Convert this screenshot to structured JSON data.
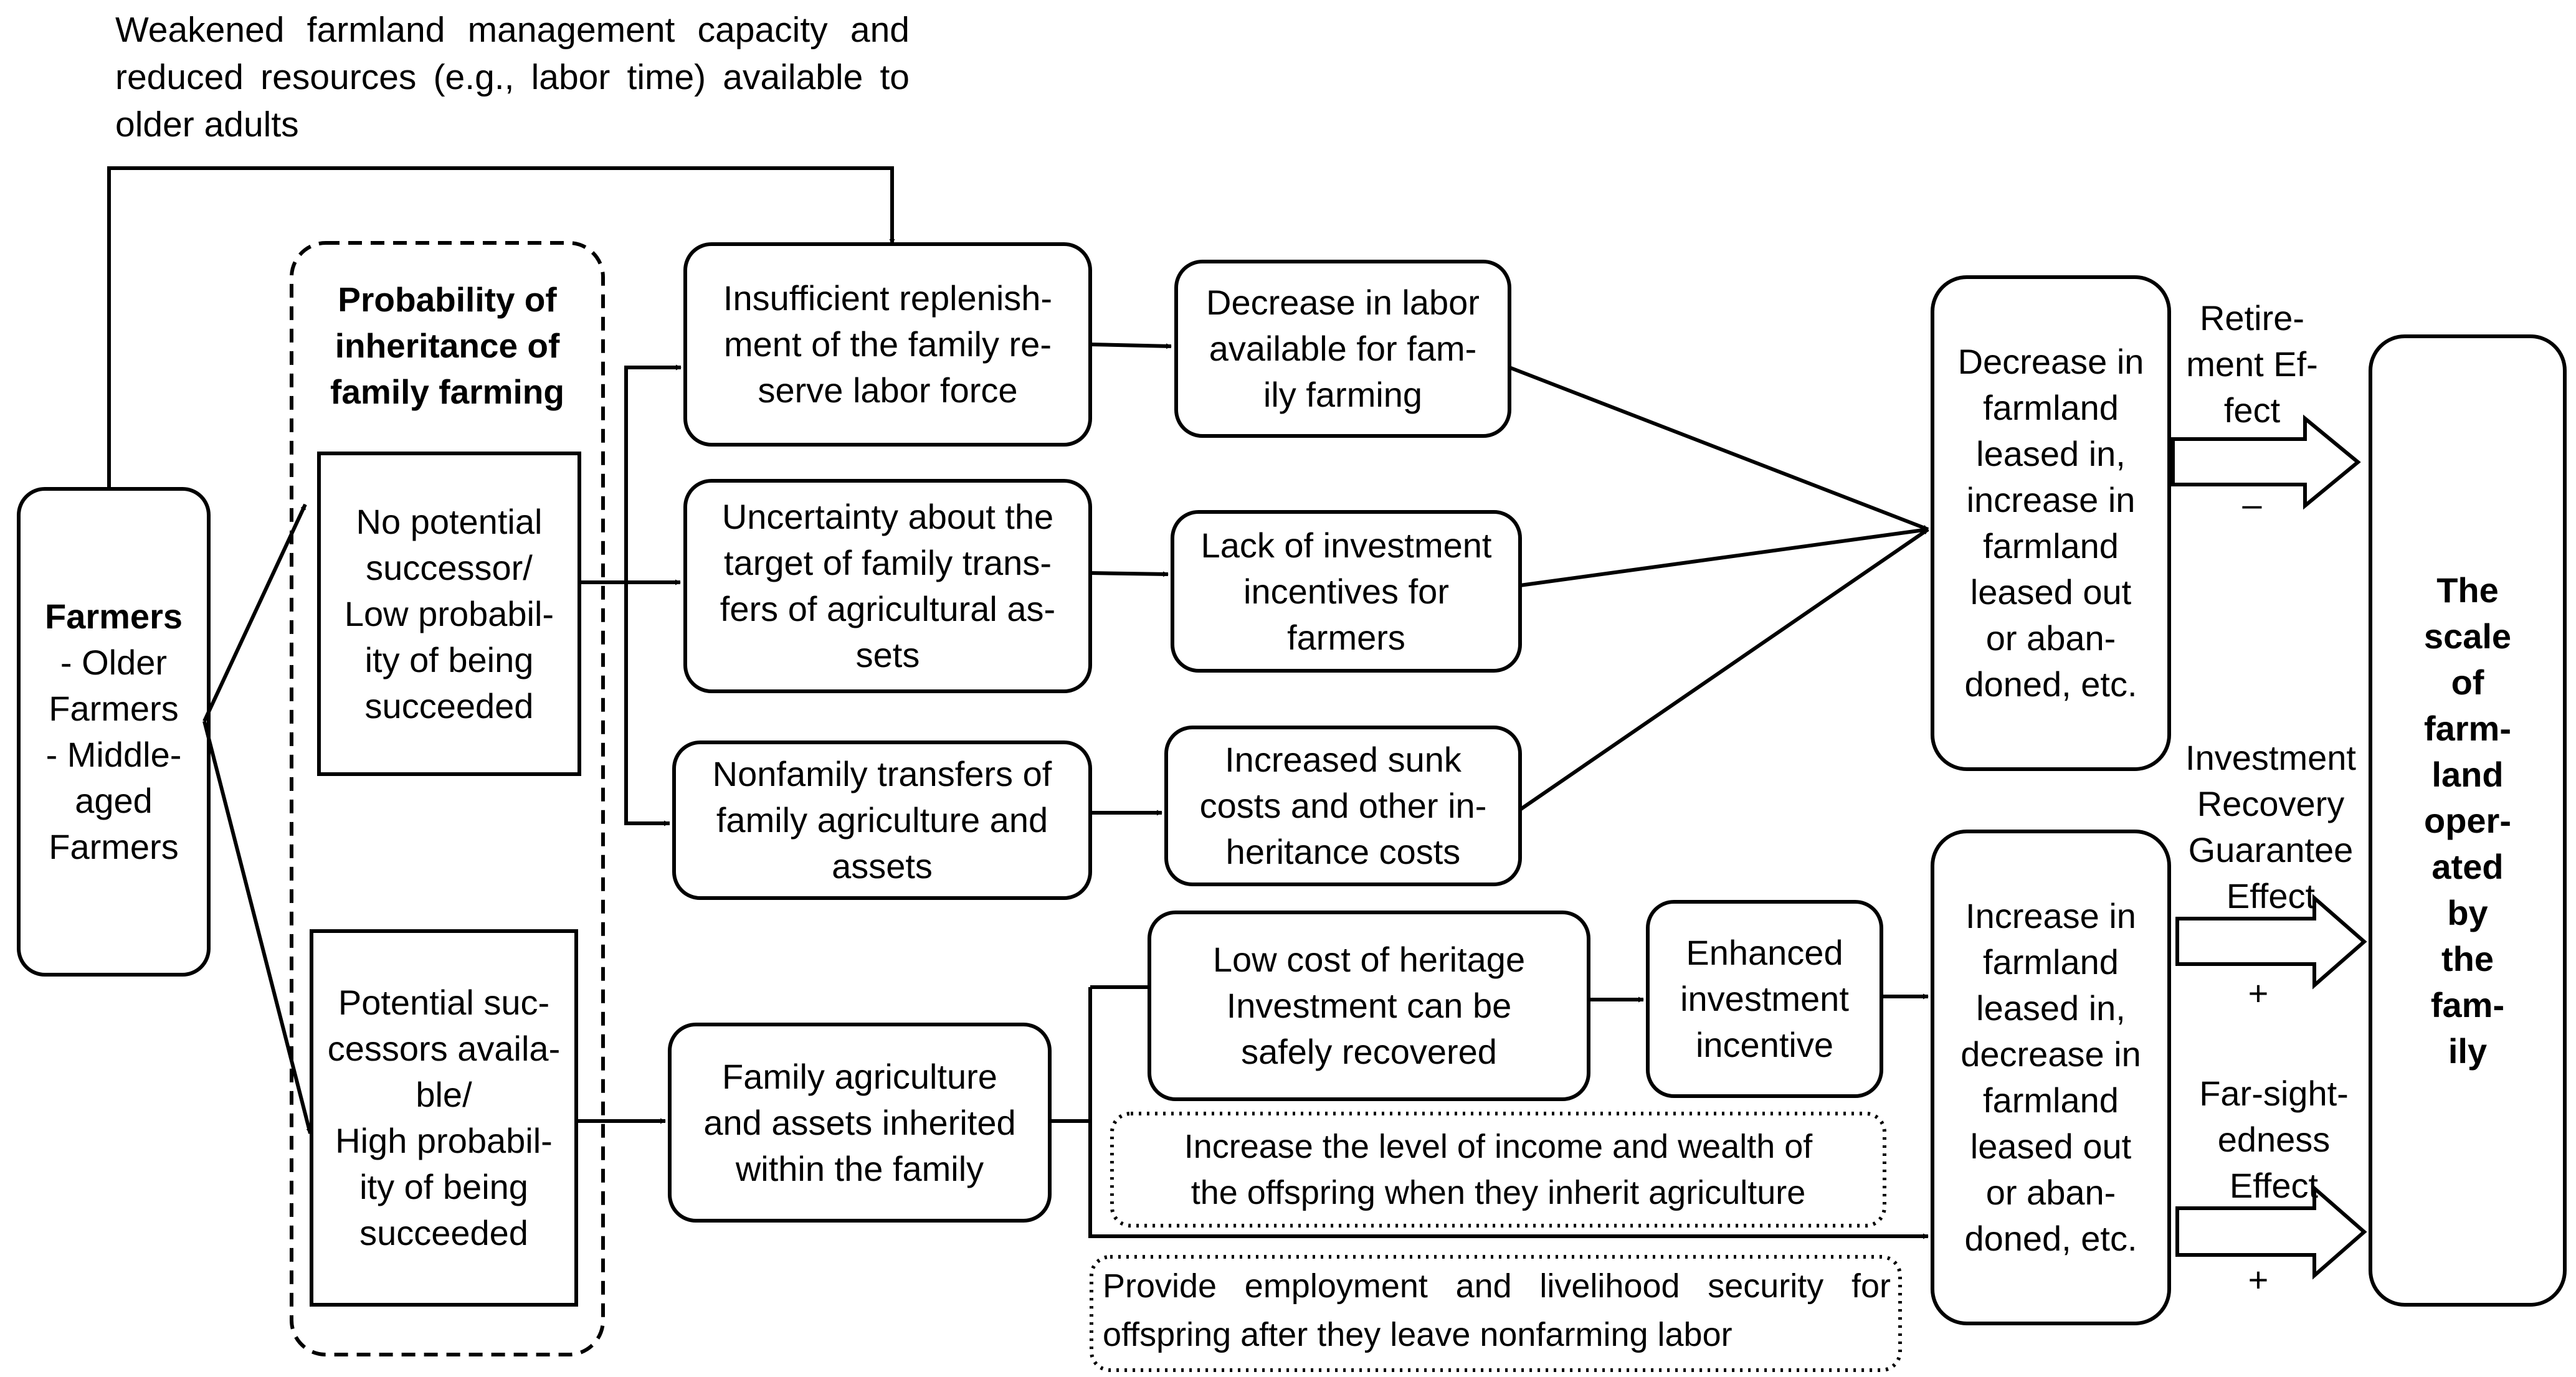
{
  "note_top": "Weakened farmland management capacity and reduced resources (e.g., labor time) available to older adults",
  "farmers": {
    "title": "Farmers",
    "sub": "- Older\nFarmers\n- Middle-\naged\nFarmers"
  },
  "prob_title": "Probability of\ninheritance of\nfamily farming",
  "no_successor": "No potential\nsuccessor/\nLow probabil-\nity of being\nsucceeded",
  "potential_successor": "Potential suc-\ncessors availa-\nble/\nHigh probabil-\nity of being\nsucceeded",
  "box_replenish": "Insufficient replenish-\nment of the family re-\nserve labor force",
  "box_uncertainty": "Uncertainty about the\ntarget of family trans-\nfers of agricultural as-\nsets",
  "box_nonfamily": "Nonfamily transfers of\nfamily agriculture and\nassets",
  "box_labor": "Decrease in labor\navailable for fam-\nily farming",
  "box_lack_invest": "Lack of investment\nincentives for\nfarmers",
  "box_sunk": "Increased sunk\ncosts and other in-\nheritance costs",
  "box_decrease_leased": "Decrease in\nfarmland\nleased in,\nincrease in\nfarmland\nleased out\nor aban-\ndoned, etc.",
  "box_family_agri": "Family agriculture\nand assets inherited\nwithin the family",
  "box_low_cost": "Low cost of heritage\nInvestment can be\nsafely recovered",
  "box_enhanced": "Enhanced\ninvestment\nincentive",
  "box_income": "Increase the level of income and wealth of\nthe offspring when they inherit agriculture",
  "box_employment": "Provide employment and livelihood security for offspring after they leave nonfarming labor",
  "box_increase_leased": "Increase in\nfarmland\nleased in,\ndecrease in\nfarmland\nleased out\nor aban-\ndoned, etc.",
  "effect_retirement": "Retire-\nment Ef-\nfect",
  "sign_minus": "–",
  "effect_investment": "Investment\nRecovery\nGuarantee\nEffect",
  "sign_plus_1": "+",
  "effect_farsight": "Far-sight-\nedness\nEffect",
  "sign_plus_2": "+",
  "scale_box": "The\nscale\nof\nfarm-\nland\noper-\nated\nby\nthe\nfam-\nily"
}
